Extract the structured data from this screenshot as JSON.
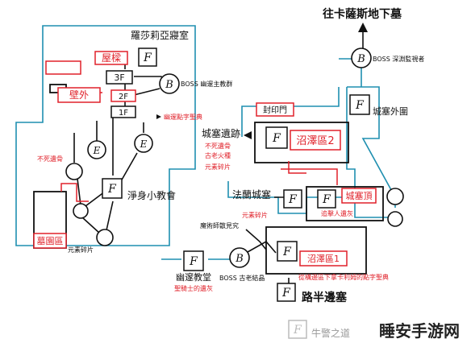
{
  "colors": {
    "route": "#1f8fb0",
    "wall": "#111111",
    "red": "#e0212a",
    "room_border": "#e0212a"
  },
  "labels": {
    "top_room": "羅莎莉亞寢室",
    "tower": "屋樑",
    "floor_3f": "3F",
    "floor_2f": "2F",
    "floor_1f": "1F",
    "outer_wall": "壁外",
    "boss_deacon": "BOSS 幽邃主教群",
    "key_item": "幽邃點字聖典",
    "undead_bone_left": "不死遺骨",
    "graveyard": "墓園區",
    "element_shard_left": "元素碎片",
    "purging_chapel": "淨身小教會",
    "to_catacombs": "往卡薩斯地下墓",
    "boss_watcher": "BOSS 深淵監視者",
    "castle_outer": "城塞外圍",
    "sealed_gate": "封印門",
    "ruins": "城塞遺跡",
    "swamp2": "沼澤區2",
    "undead_bone_ruins": "不死遺骨",
    "old_fire": "古老火種",
    "element_shard_ruins": "元素碎片",
    "farron_keep": "法蘭城塞",
    "keep_ruins": "城塞頂",
    "watchdog_ash": "追擊人遺灰",
    "element_shard_mid": "元素碎片",
    "magic_text": "魔術師散見究",
    "cathedral": "幽邃教堂",
    "boss_crystal": "BOSS 古老結晶",
    "swamp1": "沼澤區1",
    "knight_ash": "聖騎士的遺灰",
    "drop_note": "從構邊區下拿卡利姆的點字聖典",
    "halfway": "路半邊塞",
    "watermark_path": "牛警之道",
    "watermark_brand": "睡安手游网"
  },
  "glyphs": {
    "bonfire": "F",
    "boss": "B",
    "estus": "E"
  }
}
